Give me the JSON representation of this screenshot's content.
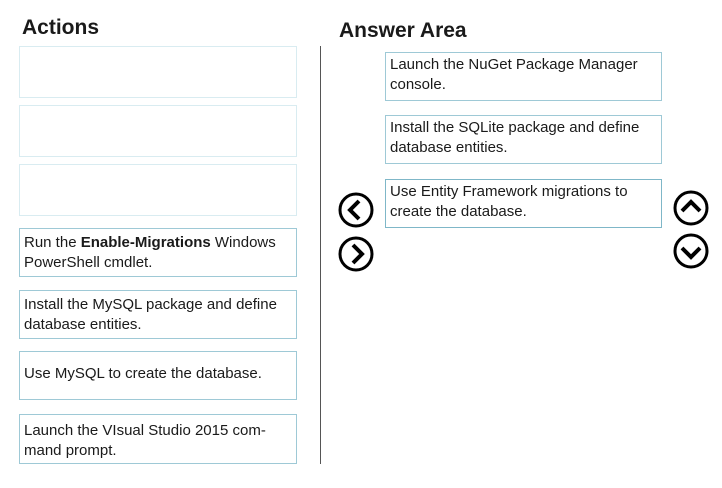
{
  "actions": {
    "title": "Actions",
    "items": [
      {
        "pre": "Run the ",
        "bold": "Enable-Migrations",
        "post": " Windows PowerShell cmdlet."
      },
      {
        "text": "Install the MySQL package and define database entities."
      },
      {
        "text": "Use MySQL to create the database."
      },
      {
        "text": "Launch the VIsual Studio 2015 com-mand prompt."
      }
    ]
  },
  "answer": {
    "title": "Answer Area",
    "items": [
      {
        "text": "Launch the NuGet Package Manager console."
      },
      {
        "text": "Install the SQLite package and define database entities."
      },
      {
        "text": "Use Entity Framework migrations to create the database."
      }
    ]
  },
  "controls": {
    "move_left": "chevron-left-icon",
    "move_right": "chevron-right-icon",
    "move_up": "chevron-up-icon",
    "move_down": "chevron-down-icon",
    "accent": "#000000",
    "card_border": "#9ec9d6"
  }
}
